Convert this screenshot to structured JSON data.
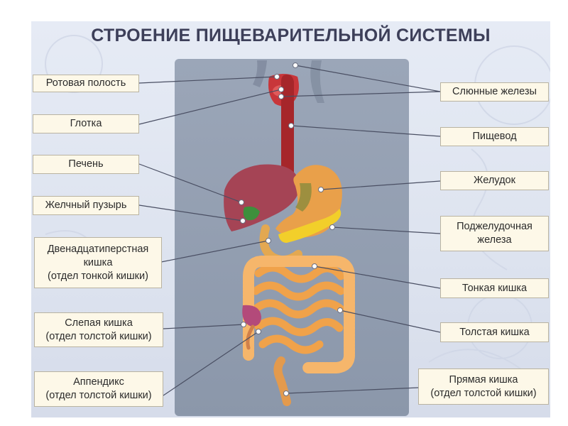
{
  "title": "СТРОЕНИЕ ПИЩЕВАРИТЕЛЬНОЙ СИСТЕМЫ",
  "labels": {
    "oral_cavity": "Ротовая полость",
    "pharynx": "Глотка",
    "liver": "Печень",
    "gallbladder": "Желчный пузырь",
    "duodenum": "Двенадцатиперстная\nкишка\n(отдел тонкой кишки)",
    "cecum": "Слепая кишка\n(отдел толстой кишки)",
    "appendix": "Аппендикс\n(отдел толстой кишки)",
    "salivary_glands": "Слюнные железы",
    "esophagus": "Пищевод",
    "stomach": "Желудок",
    "pancreas": "Поджелудочная\nжелеза",
    "small_intestine": "Тонкая кишка",
    "large_intestine": "Толстая кишка",
    "rectum": "Прямая кишка\n(отдел толстой кишки)"
  },
  "colors": {
    "label_bg": "#fdf8e8",
    "label_border": "#b9b3a1",
    "title": "#3d3f59",
    "leader_line": "#4a4f63",
    "panel": "#8e99ab"
  }
}
